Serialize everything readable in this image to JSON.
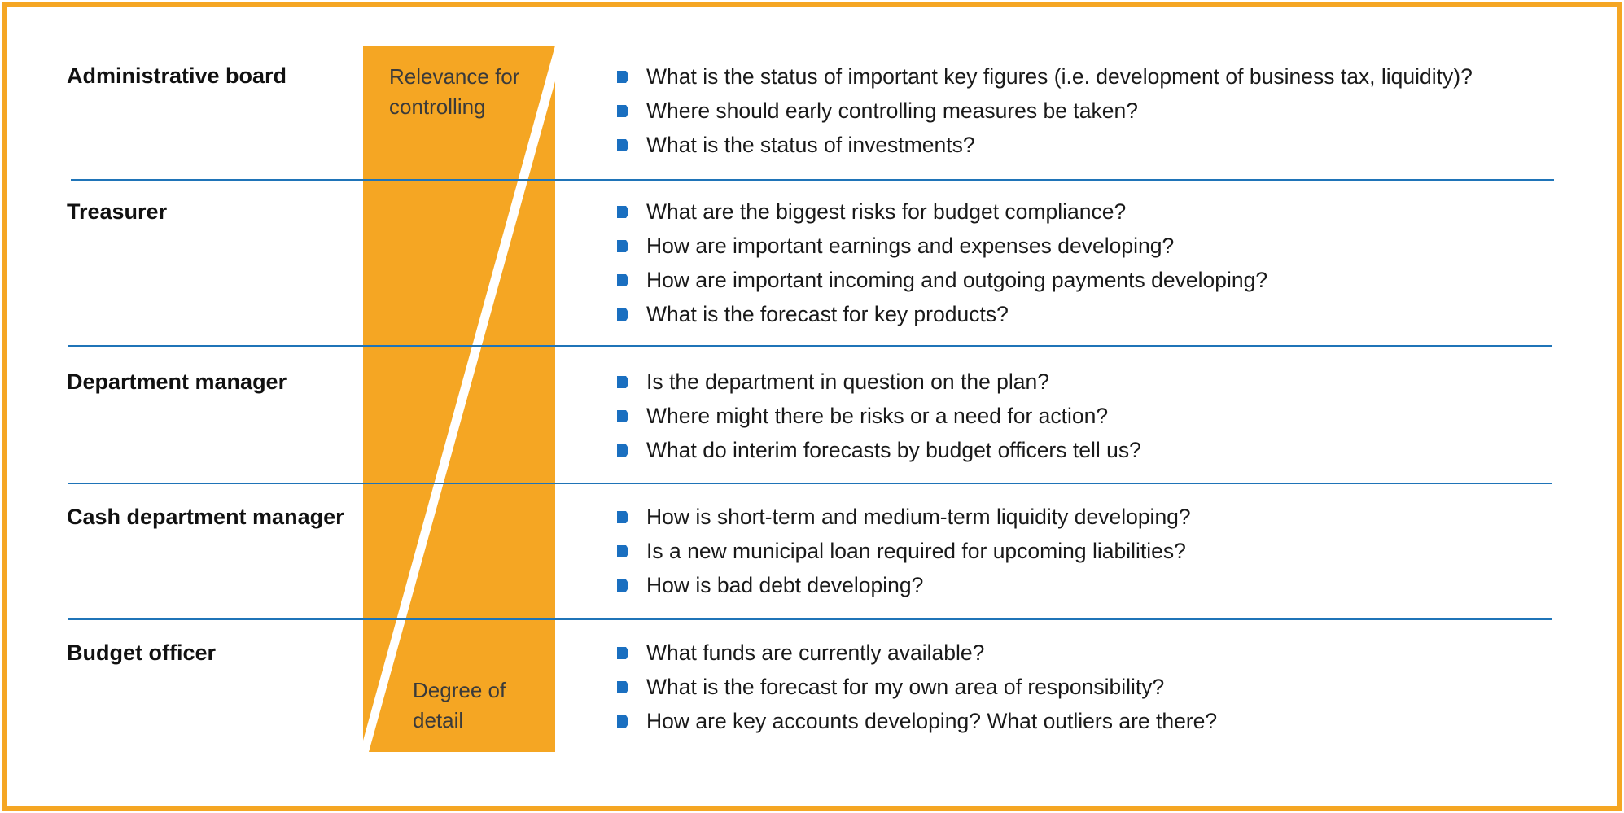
{
  "colors": {
    "frame": "#f5a623",
    "wedge": "#f5a623",
    "divider": "#1f74b8",
    "bullet": "#1a6fc0"
  },
  "wedge": {
    "top_label_line1": "Relevance for",
    "top_label_line2": "controlling",
    "bottom_label_line1": "Degree of",
    "bottom_label_line2": "detail"
  },
  "rows": [
    {
      "role": "Administrative board",
      "questions": [
        "What is the status of important key figures (i.e. development of business tax, liquidity)?",
        "Where should early controlling measures be taken?",
        "What is the status of investments?"
      ]
    },
    {
      "role": "Treasurer",
      "questions": [
        "What are the biggest risks for budget compliance?",
        "How are important earnings and expenses developing?",
        "How are important incoming and outgoing payments developing?",
        "What is the forecast for key products?"
      ]
    },
    {
      "role": "Department manager",
      "questions": [
        "Is the department in question on the plan?",
        "Where might there be risks or a need for action?",
        "What do interim forecasts by budget officers tell us?"
      ]
    },
    {
      "role": "Cash department manager",
      "questions": [
        "How is short-term and medium-term liquidity developing?",
        "Is a new municipal loan required for upcoming liabilities?",
        "How is bad debt developing?"
      ]
    },
    {
      "role": "Budget officer",
      "questions": [
        "What funds are currently available?",
        "What is the forecast for my own area of responsibility?",
        "How are key accounts developing? What outliers are there?"
      ]
    }
  ]
}
